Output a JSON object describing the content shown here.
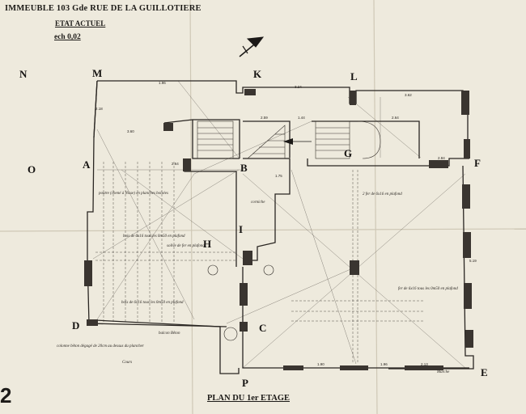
{
  "header": {
    "line1": "IMMEUBLE 103  Gde RUE DE LA GUILLOTIERE",
    "line2": "ETAT ACTUEL",
    "scale": "ech 0,02"
  },
  "footer": {
    "plan_title": "PLAN  DU  1er ETAGE",
    "sheet_number": "2"
  },
  "labels": {
    "N": "N",
    "M": "M",
    "K": "K",
    "L": "L",
    "O": "O",
    "A": "A",
    "B": "B",
    "G": "G",
    "F": "F",
    "H": "H",
    "I": "I",
    "C": "C",
    "D": "D",
    "P": "P",
    "E": "E"
  },
  "notes": {
    "poutre": "poutre (chené à Nisse) en planches boisées",
    "bois_bahl": "bois de 6x16 tous les 0m50 en plafond",
    "solive_fer": "solive de fer en plafond",
    "bois_6x16": "bois de 6x16 tous les 0m50 en plafond",
    "fer_6x16": "2 fer de 6x16 en plafond",
    "fer_droite": "fer de 6x16 tous les 0m50 en plafond",
    "colonne": "colonne bêton dégagé de 20cm au dessus du plancher",
    "cours": "Cours",
    "balcon": "balcon Bêton",
    "marche": "Marche",
    "corniche": "corniche"
  },
  "dims": {
    "top1": "1.96",
    "top2": "3.24",
    "top3": "3.62",
    "mid1": "2.59",
    "mid2": "1.44",
    "mid3": "2.64",
    "bot1": "1.90",
    "bot2": "1.96",
    "bot3": "2.13",
    "side1": "2.18",
    "side2": "5.19",
    "side3": "3.60",
    "d4": "2.64",
    "d5": "2.84",
    "d6": "1.75"
  }
}
